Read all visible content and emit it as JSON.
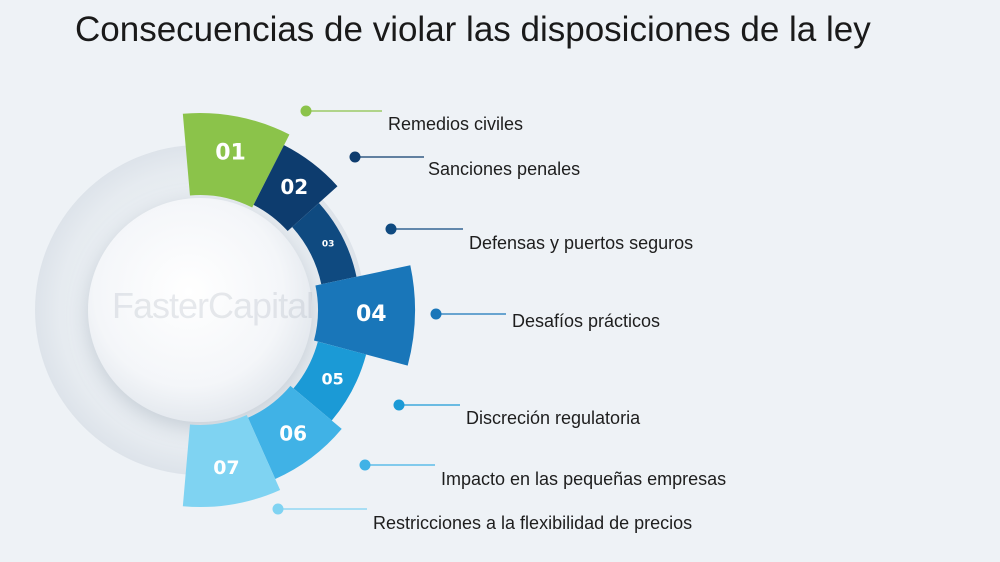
{
  "title": "Consecuencias de violar las disposiciones de la ley",
  "watermark": "FasterCapital",
  "colors": {
    "background": "#eef2f6",
    "seg1": "#8bc34a",
    "seg2": "#0d3c6e",
    "seg3": "#0f4a80",
    "seg4": "#1976b9",
    "seg5": "#1b9ad6",
    "seg6": "#40b2e6",
    "seg7": "#7fd3f2"
  },
  "items": [
    {
      "number": "01",
      "label": "Remedios civiles",
      "color": "#8bc34a"
    },
    {
      "number": "02",
      "label": "Sanciones penales",
      "color": "#0d3c6e"
    },
    {
      "number": "03",
      "label": "Defensas y puertos seguros",
      "color": "#0f4a80"
    },
    {
      "number": "04",
      "label": "Desafíos prácticos",
      "color": "#1976b9"
    },
    {
      "number": "05",
      "label": "Discreción regulatoria",
      "color": "#1b9ad6"
    },
    {
      "number": "06",
      "label": "Impacto en las pequeñas empresas",
      "color": "#40b2e6"
    },
    {
      "number": "07",
      "label": "Restricciones a la flexibilidad de precios",
      "color": "#7fd3f2"
    }
  ]
}
